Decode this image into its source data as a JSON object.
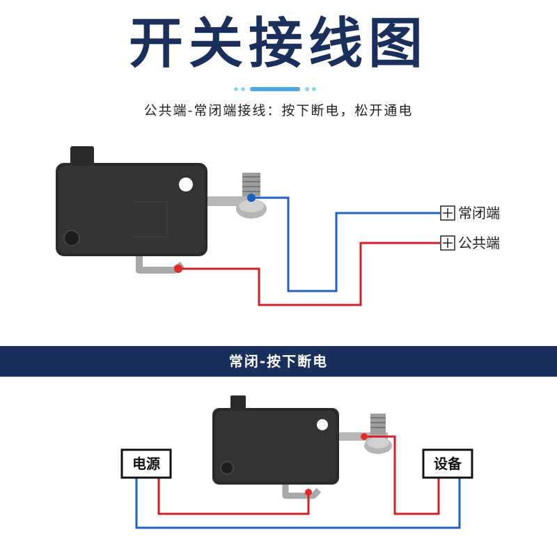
{
  "title": "开关接线图",
  "subtitle": "公共端-常闭端接线：按下断电，松开通电",
  "top_diagram": {
    "labels": {
      "normally_closed": "常闭端",
      "common": "公共端"
    }
  },
  "banner": {
    "text": "常闭-按下断电"
  },
  "bottom_diagram": {
    "power_label": "电源",
    "device_label": "设备"
  },
  "colors": {
    "title": "#1b2f5c",
    "banner": "#1b2f5c",
    "wire_blue": "#1f5fc0",
    "wire_red": "#d0202a",
    "switch_body": "#2a2a2a",
    "metal": "#b8b8b8"
  }
}
